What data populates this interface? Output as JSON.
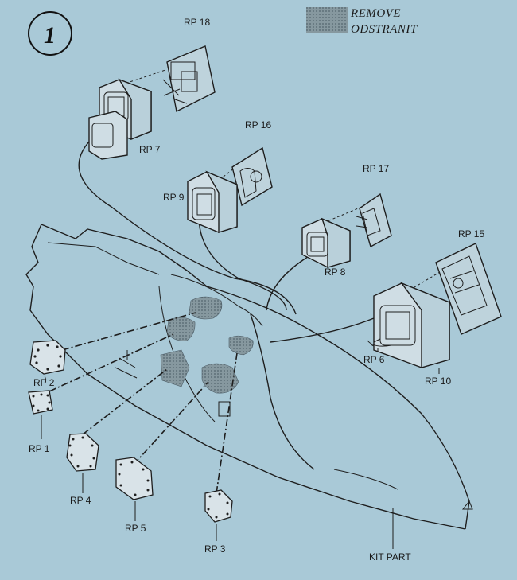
{
  "step_number": "1",
  "legend": {
    "line1": "REMOVE",
    "line2": "ODSTRANIT",
    "swatch_color": "#7a8f9a"
  },
  "labels": {
    "rp18": "RP 18",
    "rp7": "RP 7",
    "rp16": "RP 16",
    "rp9": "RP 9",
    "rp17": "RP 17",
    "rp8": "RP 8",
    "rp15": "RP 15",
    "rp6": "RP 6",
    "rp10": "RP 10",
    "rp2": "RP 2",
    "rp1": "RP 1",
    "rp4": "RP 4",
    "rp5": "RP 5",
    "rp3": "RP 3",
    "kit_part": "KIT PART"
  },
  "colors": {
    "background": "#a9c9d7",
    "line": "#1e1e1e"
  }
}
